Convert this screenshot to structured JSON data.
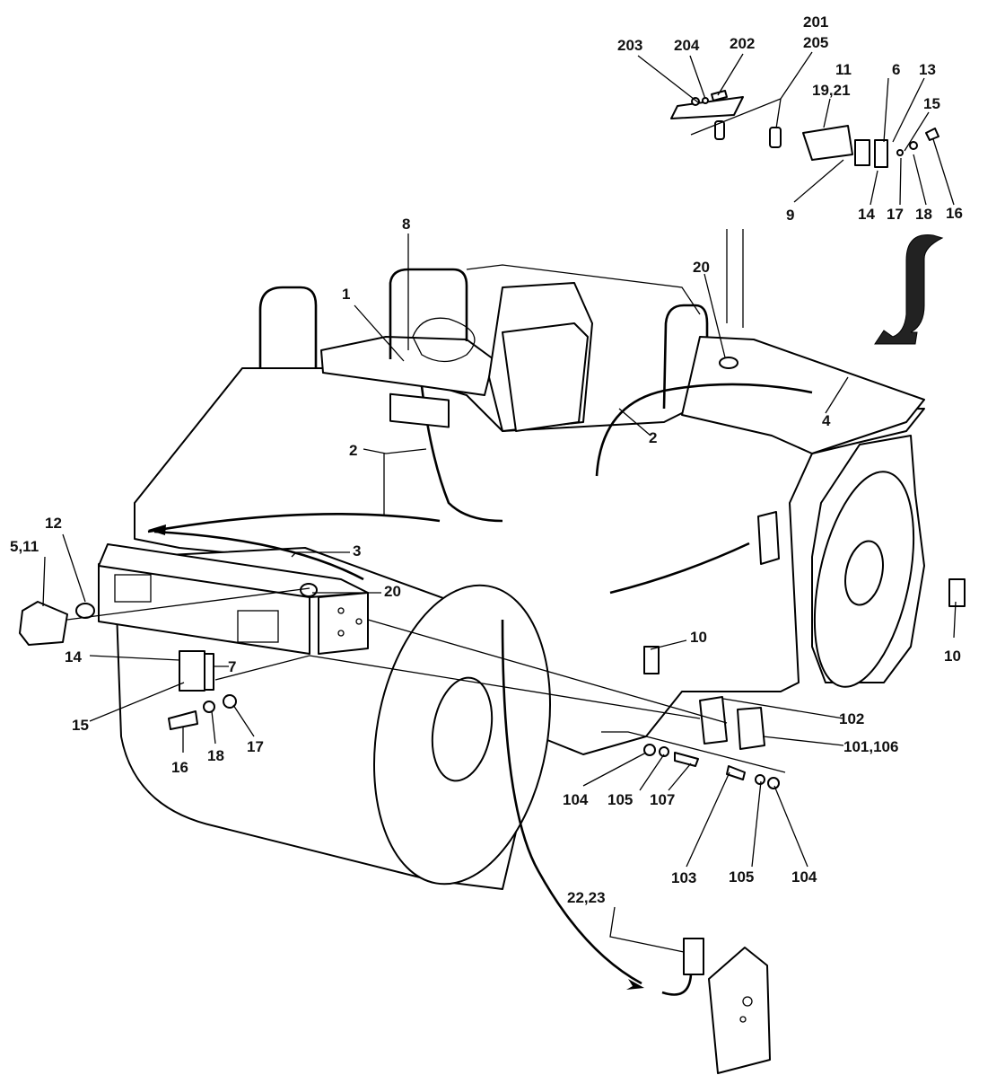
{
  "labels": [
    {
      "id": "l203",
      "text": "203"
    },
    {
      "id": "l204",
      "text": "204"
    },
    {
      "id": "l202",
      "text": "202"
    },
    {
      "id": "l201",
      "text": "201"
    },
    {
      "id": "l205",
      "text": "205"
    },
    {
      "id": "l11t",
      "text": "11"
    },
    {
      "id": "l1921",
      "text": "19,21"
    },
    {
      "id": "l6",
      "text": "6"
    },
    {
      "id": "l13",
      "text": "13"
    },
    {
      "id": "l15t",
      "text": "15"
    },
    {
      "id": "l9",
      "text": "9"
    },
    {
      "id": "l14t",
      "text": "14"
    },
    {
      "id": "l17t",
      "text": "17"
    },
    {
      "id": "l18t",
      "text": "18"
    },
    {
      "id": "l16t",
      "text": "16"
    },
    {
      "id": "l8",
      "text": "8"
    },
    {
      "id": "l1",
      "text": "1"
    },
    {
      "id": "l20a",
      "text": "20"
    },
    {
      "id": "l4",
      "text": "4"
    },
    {
      "id": "l2a",
      "text": "2"
    },
    {
      "id": "l2b",
      "text": "2"
    },
    {
      "id": "l12",
      "text": "12"
    },
    {
      "id": "l511",
      "text": "5,11"
    },
    {
      "id": "l3",
      "text": "3"
    },
    {
      "id": "l20b",
      "text": "20"
    },
    {
      "id": "l14b",
      "text": "14"
    },
    {
      "id": "l7",
      "text": "7"
    },
    {
      "id": "l15b",
      "text": "15"
    },
    {
      "id": "l16b",
      "text": "16"
    },
    {
      "id": "l18b",
      "text": "18"
    },
    {
      "id": "l17b",
      "text": "17"
    },
    {
      "id": "l10a",
      "text": "10"
    },
    {
      "id": "l10b",
      "text": "10"
    },
    {
      "id": "l102",
      "text": "102"
    },
    {
      "id": "l101106",
      "text": "101,106"
    },
    {
      "id": "l104a",
      "text": "104"
    },
    {
      "id": "l105a",
      "text": "105"
    },
    {
      "id": "l107",
      "text": "107"
    },
    {
      "id": "l103",
      "text": "103"
    },
    {
      "id": "l105b",
      "text": "105"
    },
    {
      "id": "l104b",
      "text": "104"
    },
    {
      "id": "l2223",
      "text": "22,23"
    }
  ]
}
